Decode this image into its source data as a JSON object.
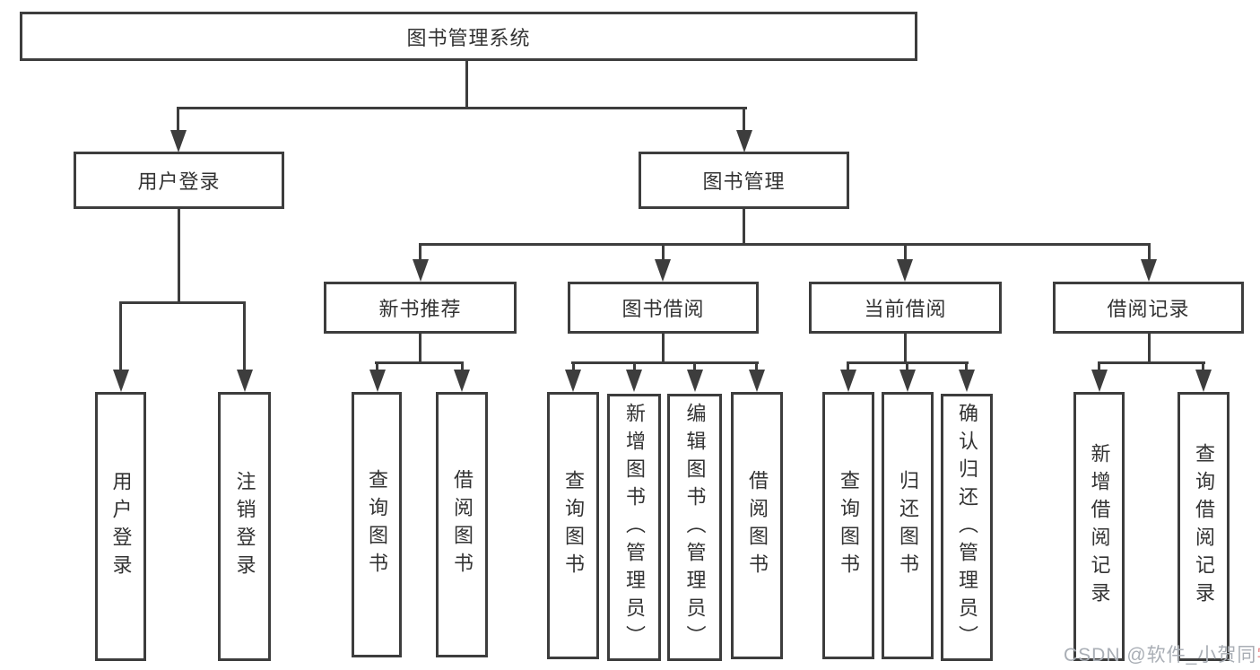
{
  "colors": {
    "line": "#3d3d3d",
    "text": "#333333",
    "background": "#ffffff",
    "watermark": "#a9aeb5",
    "watermark_accent": "#e98f92"
  },
  "tree": {
    "root": {
      "label": "图书管理系统"
    },
    "level2": [
      {
        "label": "用户登录"
      },
      {
        "label": "图书管理"
      }
    ],
    "user_login_children": [
      {
        "label": "用户登录"
      },
      {
        "label": "注销登录"
      }
    ],
    "level3": [
      {
        "label": "新书推荐"
      },
      {
        "label": "图书借阅"
      },
      {
        "label": "当前借阅"
      },
      {
        "label": "借阅记录"
      }
    ],
    "new_book_children": [
      {
        "label": "查询图书"
      },
      {
        "label": "借阅图书"
      }
    ],
    "book_borrow_children": [
      {
        "label": "查询图书"
      },
      {
        "label": "新增图书（管理员）"
      },
      {
        "label": "编辑图书（管理员）"
      },
      {
        "label": "借阅图书"
      }
    ],
    "current_borrow_children": [
      {
        "label": "查询图书"
      },
      {
        "label": "归还图书"
      },
      {
        "label": "确认归还（管理员）"
      }
    ],
    "borrow_record_children": [
      {
        "label": "新增借阅记录"
      },
      {
        "label": "查询借阅记录"
      }
    ]
  },
  "watermark": {
    "prefix": "CSDN @软件_小贺同",
    "accent": "学"
  }
}
